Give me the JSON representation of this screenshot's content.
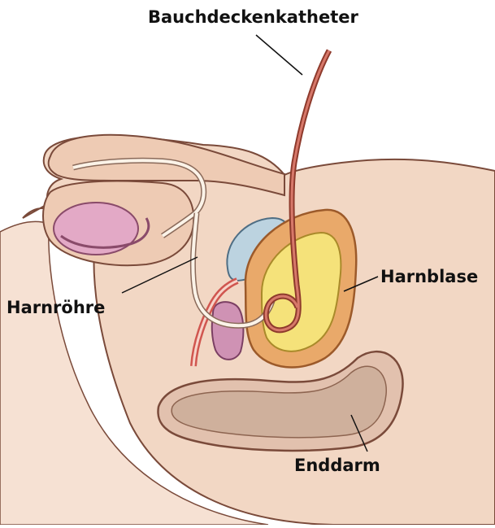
{
  "diagram": {
    "labels": {
      "catheter": "Bauchdeckenkatheter",
      "urethra": "Harnröhre",
      "bladder": "Harnblase",
      "rectum": "Enddarm"
    }
  }
}
